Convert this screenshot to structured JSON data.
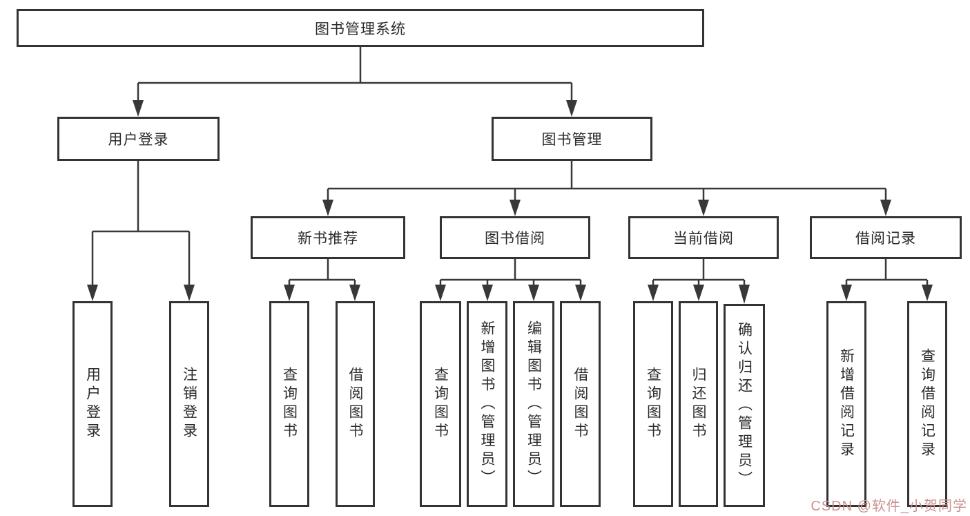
{
  "tree": {
    "label": "图书管理系统",
    "children": [
      {
        "label": "用户登录",
        "children": [
          {
            "label": "用户登录"
          },
          {
            "label": "注销登录"
          }
        ]
      },
      {
        "label": "图书管理",
        "children": [
          {
            "label": "新书推荐",
            "children": [
              {
                "label": "查询图书"
              },
              {
                "label": "借阅图书"
              }
            ]
          },
          {
            "label": "图书借阅",
            "children": [
              {
                "label": "查询图书"
              },
              {
                "label": "新增图书（管理员）"
              },
              {
                "label": "编辑图书（管理员）"
              },
              {
                "label": "借阅图书"
              }
            ]
          },
          {
            "label": "当前借阅",
            "children": [
              {
                "label": "查询图书"
              },
              {
                "label": "归还图书"
              },
              {
                "label": "确认归还（管理员）"
              }
            ]
          },
          {
            "label": "借阅记录",
            "children": [
              {
                "label": "新增借阅记录"
              },
              {
                "label": "查询借阅记录"
              }
            ]
          }
        ]
      }
    ]
  },
  "watermark": {
    "text": "CSDN @软件_小贺同学"
  },
  "colors": {
    "line": "#383838",
    "border": "#333333",
    "text": "#2b2b2b",
    "watermark": "#c98b8b"
  }
}
